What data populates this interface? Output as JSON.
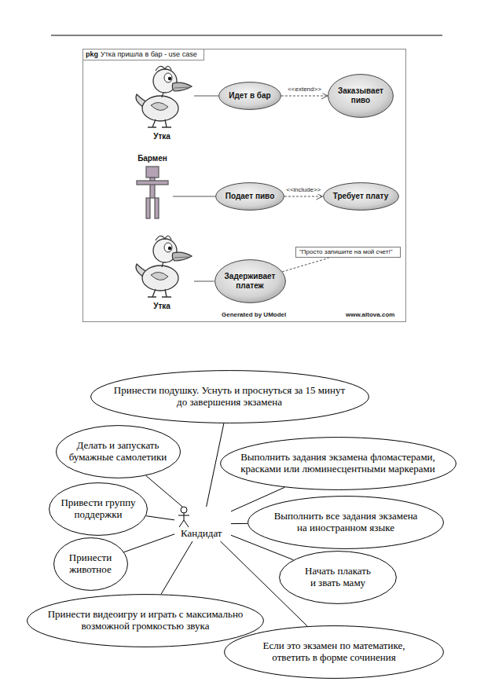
{
  "diagram": {
    "nodes": [
      {
        "text": [
          "pkg",
          "Утка пришла в бар - use case"
        ]
      },
      {
        "text": [
          "Утка"
        ],
        "in": 0
      },
      {
        "text": [
          "Идет в бар"
        ],
        "in": 0
      },
      {
        "text": [
          "Заказывает пиво"
        ],
        "in": 0
      },
      {
        "text": [
          "Бармен"
        ],
        "in": 0
      },
      {
        "text": [
          "Подает пиво"
        ],
        "in": 0
      },
      {
        "text": [
          "Требует плату"
        ],
        "in": 0
      },
      {
        "text": [
          "Утка"
        ],
        "in": 0
      },
      {
        "text": [
          "Задерживает платеж"
        ],
        "in": 0
      },
      {
        "text": [
          "\"Просто запишите на мой счет!\""
        ],
        "in": 0
      },
      {
        "text": [
          "Кандидат"
        ]
      },
      {
        "text": [
          "Принести подушку. Уснуть и проснуться за 15 минут до завершения экзамена"
        ]
      },
      {
        "text": [
          "Делать и запускать бумажные самолетики"
        ]
      },
      {
        "text": [
          "Выполнить задания экзамена фломастерами, красками или люминесцентными маркерами"
        ]
      },
      {
        "text": [
          "Привести группу поддержки"
        ]
      },
      {
        "text": [
          "Принести животное"
        ]
      },
      {
        "text": [
          "Выполнить все задания экзамена на иностранном языке"
        ]
      },
      {
        "text": [
          "Начать плакать и звать маму"
        ]
      },
      {
        "text": [
          "Принести видеоигру и играть с максимально возможной громкостью звука"
        ]
      },
      {
        "text": [
          "Если это экзамен по математике, ответить в форме сочинения"
        ]
      }
    ],
    "edges": [
      {
        "from": 1,
        "to": 2,
        "arrow": "none"
      },
      {
        "from": 2,
        "to": 3,
        "label": "<<extend>>",
        "arrow": "to"
      },
      {
        "from": 4,
        "to": 5,
        "arrow": "none"
      },
      {
        "from": 5,
        "to": 6,
        "label": "<<include>>",
        "arrow": "to"
      },
      {
        "from": 7,
        "to": 8,
        "arrow": "none"
      },
      {
        "from": 8,
        "to": 9,
        "arrow": "none"
      },
      {
        "from": 10,
        "to": 11,
        "arrow": "none"
      },
      {
        "from": 10,
        "to": 12,
        "arrow": "none"
      },
      {
        "from": 10,
        "to": 13,
        "arrow": "none"
      },
      {
        "from": 10,
        "to": 14,
        "arrow": "none"
      },
      {
        "from": 10,
        "to": 15,
        "arrow": "none"
      },
      {
        "from": 10,
        "to": 16,
        "arrow": "none"
      },
      {
        "from": 10,
        "to": 17,
        "arrow": "none"
      },
      {
        "from": 10,
        "to": 18,
        "arrow": "none"
      },
      {
        "from": 10,
        "to": 19,
        "arrow": "none"
      }
    ],
    "labels": [
      "Generated by UModel",
      "www.altova.com"
    ]
  }
}
